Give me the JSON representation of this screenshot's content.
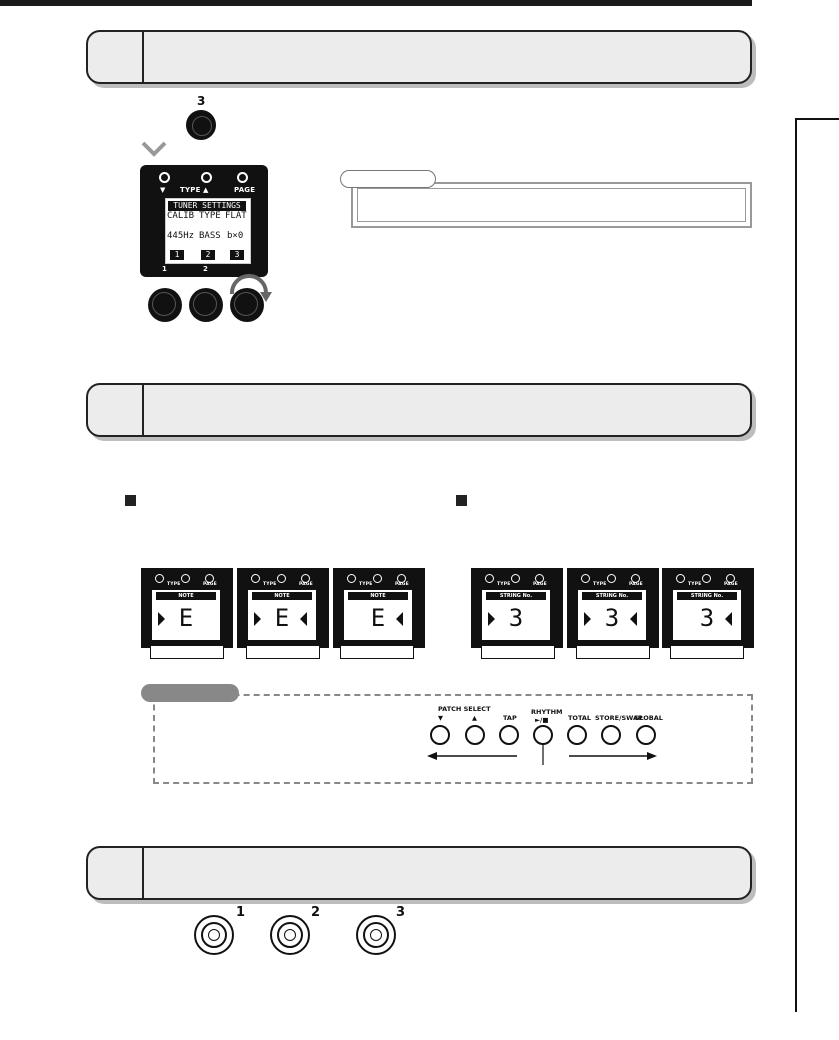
{
  "step1_knob": {
    "number": "3"
  },
  "tuner_screen": {
    "top_labels": {
      "down": "▼",
      "type": "TYPE",
      "up": "▲",
      "page": "PAGE"
    },
    "title": "TUNER SETTINGS",
    "columns": [
      "CALIB",
      "TYPE",
      "FLAT"
    ],
    "values": [
      "445Hz",
      "BASS",
      "b×0"
    ],
    "knob_numbers": [
      "1",
      "2",
      "3"
    ],
    "bottom_labels": [
      "1",
      "2"
    ]
  },
  "note_displays": {
    "header": "NOTE",
    "note": "E",
    "top_labels": {
      "type": "TYPE",
      "page": "PAGE"
    }
  },
  "string_displays": {
    "header": "STRING No.",
    "string": "3",
    "top_labels": {
      "type": "TYPE",
      "page": "PAGE"
    }
  },
  "pedal_panel": {
    "labels": {
      "patch_select": "PATCH SELECT",
      "down": "▼",
      "up": "▲",
      "tap": "TAP",
      "rhythm": "RHYTHM",
      "play_stop": "►/■",
      "total": "TOTAL",
      "store_swap": "STORE/SWAP",
      "global": "GLOBAL"
    }
  },
  "footswitches": {
    "numbers": [
      "1",
      "2",
      "3"
    ]
  },
  "colors": {
    "frame": "#222222",
    "step_fill": "#ececec",
    "shadow": "#bdbdbd",
    "hint_gray": "#888888"
  }
}
